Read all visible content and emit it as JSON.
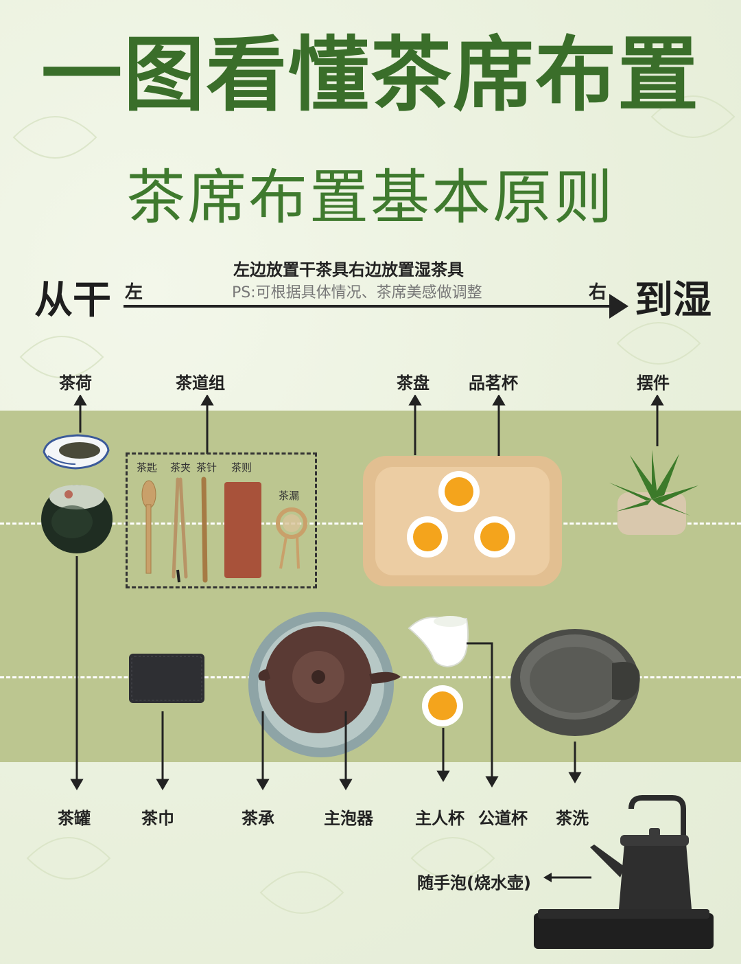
{
  "title": "一图看懂茶席布置",
  "subtitle": "茶席布置基本原则",
  "principle": {
    "main": "左边放置干茶具右边放置湿茶具",
    "note": "PS:可根据具体情况、茶席美感做调整",
    "from": "从干",
    "to": "到湿",
    "left": "左",
    "right": "右"
  },
  "top_labels": {
    "chahe": "茶荷",
    "chadaozu": "茶道组",
    "chapan": "茶盘",
    "pinmingbei": "品茗杯",
    "baijian": "摆件"
  },
  "tool_labels": {
    "chachi": "茶匙",
    "chajia": "茶夹",
    "chazhen": "茶针",
    "chaze": "茶则",
    "chalou": "茶漏"
  },
  "bottom_labels": {
    "chaguan": "茶罐",
    "chajin": "茶巾",
    "chacheng": "茶承",
    "zhupaoqi": "主泡器",
    "zhurenbei": "主人杯",
    "gongdaobei": "公道杯",
    "chaxi": "茶洗"
  },
  "kettle_label": "随手泡(烧水壶)",
  "colors": {
    "title_green": "#3a6e2a",
    "mat": "#bcc690",
    "background": "#eef3e2"
  }
}
